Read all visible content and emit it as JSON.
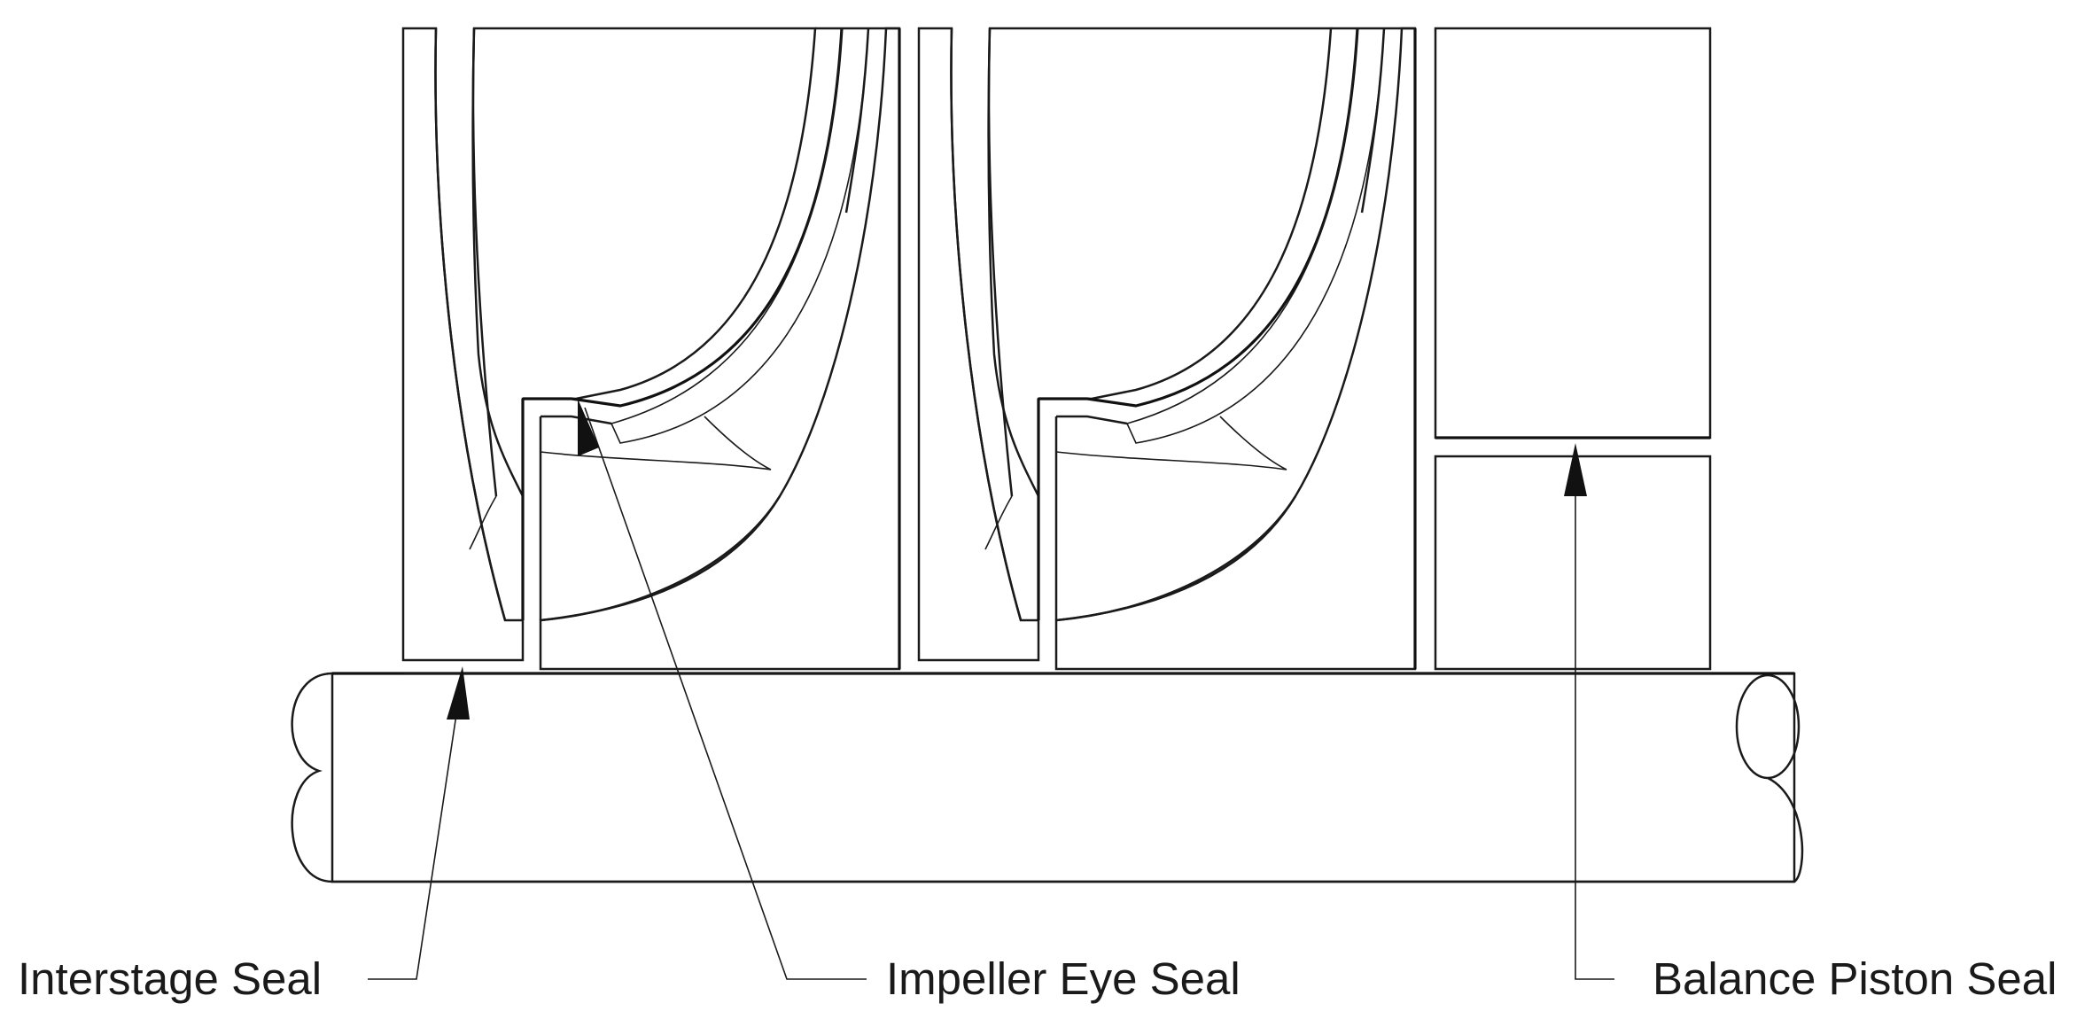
{
  "labels": {
    "interstage": "Interstage Seal",
    "eye": "Impeller Eye Seal",
    "balance": "Balance Piston Seal"
  },
  "colors": {
    "stroke": "#1a1a1a",
    "background": "#ffffff"
  }
}
